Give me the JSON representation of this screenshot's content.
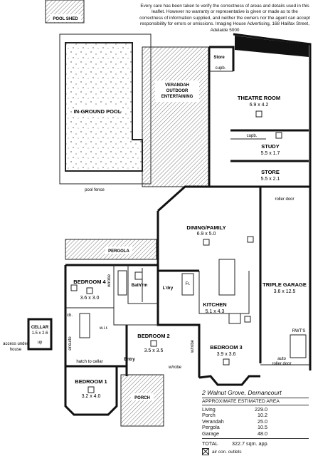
{
  "disclaimer": "Every care has been taken to verify the correctness of areas and details used in this leaflet.  However no warranty or representative is given or made as to the correctness of information supplied, and neither the owners nor the agent can accept responsibility for errors or omissions. Imaging House Advertising, 168 Halifax Street, Adelaide 5000",
  "address": "2 Walnut Grove, Dernancourt",
  "area_heading": "APPROXIMATE ESTIMATED AREA",
  "areas": [
    {
      "label": "Living",
      "value": "229.0"
    },
    {
      "label": "Porch",
      "value": "10.2"
    },
    {
      "label": "Verandah",
      "value": "25.0"
    },
    {
      "label": "Pergola",
      "value": "10.5"
    },
    {
      "label": "Garage",
      "value": "48.0"
    }
  ],
  "total": {
    "label": "TOTAL",
    "value": "322.7 sqm. app."
  },
  "legend": {
    "icon": "air-con-icon",
    "label": "air con. outlets"
  },
  "labels": {
    "pool_shed": "POOL SHED",
    "in_ground_pool": "IN-GROUND POOL",
    "pool_fence": "pool fence",
    "verandah_1": "VERANDAH",
    "verandah_2": "OUTDOOR",
    "verandah_3": "ENTERTAINING",
    "store_top": "Store",
    "cupb_top": "cupb.",
    "theatre": "THEATRE ROOM",
    "theatre_dim": "6.9 x 4.2",
    "cupb_study": "cupb.",
    "study": "STUDY",
    "study_dim": "5.5 x 1.7",
    "store": "STORE",
    "store_dim": "5.5 x 2.1",
    "roller_door": "roller door",
    "dining": "DINING/FAMILY",
    "dining_dim": "6.9 x 5.0",
    "pergola": "PERGOLA",
    "bedroom4": "BEDROOM 4",
    "bedroom4_dim": "3.6 x 3.0",
    "wrobe_b4": "w/robe",
    "bathrm": "Bath'rm",
    "ldry": "L'dry",
    "fr": "Fr.",
    "kitchen": "KITCHEN",
    "kitchen_dim": "5.1 x 4.3",
    "triple_garage": "TRIPLE GARAGE",
    "triple_garage_dim": "3.6 x 12.5",
    "cellar": "CELLAR",
    "cellar_dim": "1.5 x 2.6",
    "up": "up",
    "access_under_1": "access under",
    "access_under_2": "house",
    "cb": "cb.",
    "wir": "w.i.r.",
    "ensuite": "ensuite",
    "hatch": "hatch to cellar",
    "bedroom2": "BEDROOM 2",
    "bedroom2_dim": "3.5 x 3.5",
    "wrobe_b2": "w/robe",
    "entry": "Entry",
    "bedroom3": "BEDROOM 3",
    "bedroom3_dim": "3.9 x 3.6",
    "wrobe_b3": "w/robe",
    "rwt": "RWT'S",
    "auto_roller_1": "auto",
    "auto_roller_2": "roller door",
    "bedroom1": "BEDROOM 1",
    "bedroom1_dim": "3.2 x 4.0",
    "porch": "PORCH"
  }
}
